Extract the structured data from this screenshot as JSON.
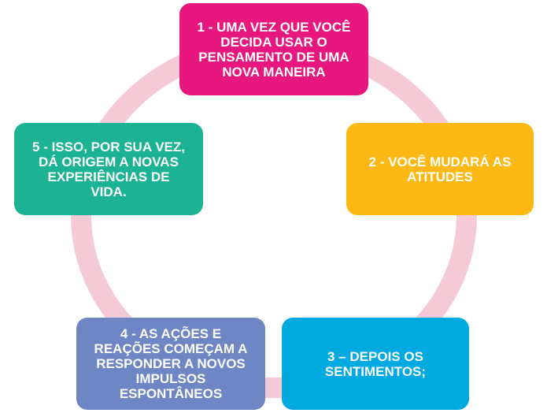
{
  "cycle": {
    "ring_color": "#f6c9d6",
    "steps": [
      {
        "text": "1 - UMA VEZ QUE VOCÊ\nDECIDA USAR O\nPENSAMENTO DE UMA\nNOVA MANEIRA",
        "color": "#e8177f"
      },
      {
        "text": "2 - VOCÊ MUDARÁ AS\nATITUDES",
        "color": "#fdb813"
      },
      {
        "text": "3 – DEPOIS OS\nSENTIMENTOS;",
        "color": "#00a9e0"
      },
      {
        "text": "4 - AS AÇÕES E\nREAÇÕES COMEÇAM A\nRESPONDER A NOVOS\nIMPULSOS\nESPONTÂNEOS",
        "color": "#6f86c4"
      },
      {
        "text": "5 - ISSO, POR SUA VEZ,\nDÁ ORIGEM A NOVAS\nEXPERIÊNCIAS DE\nVIDA.",
        "color": "#1bb394"
      }
    ]
  }
}
